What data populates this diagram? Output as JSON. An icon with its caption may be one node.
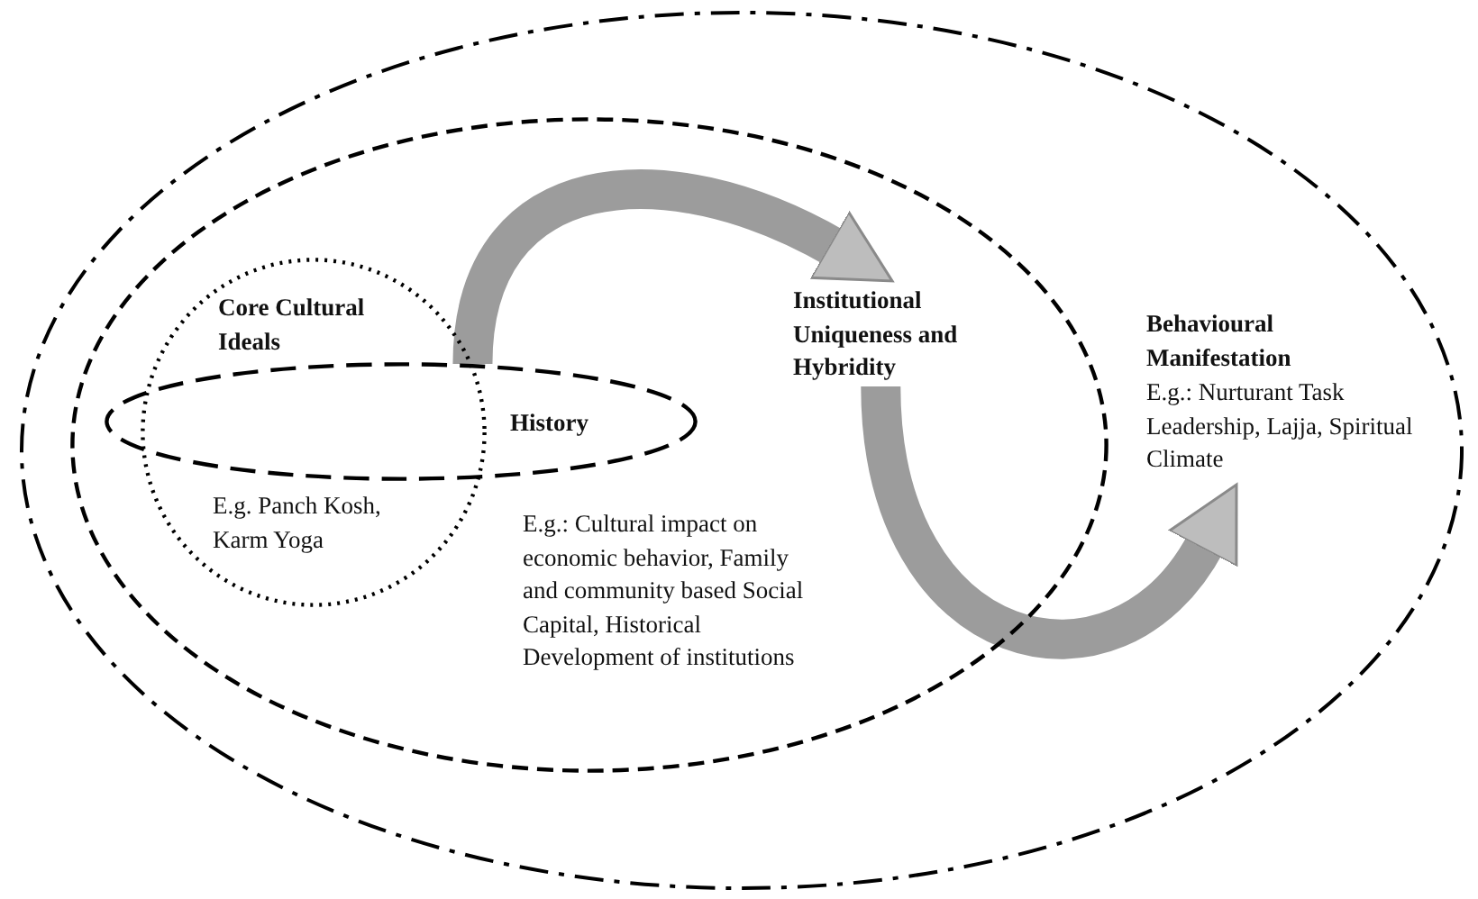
{
  "diagram": {
    "nodes": [
      {
        "text": [],
        "shape": "ellipse"
      },
      {
        "text": [
          "E.g.: Cultural impact on economic behavior, Family and community based Social Capital, Historical Development of institutions"
        ],
        "in": 0
      },
      {
        "text": [
          "Core Cultural Ideals",
          "E.g. Panch Kosh, Karm Yoga"
        ],
        "in": 1
      },
      {
        "text": [
          "History"
        ],
        "in": 1
      },
      {
        "text": [
          "Institutional Uniqueness and Hybridity"
        ],
        "in": 1
      },
      {
        "text": [
          "Behavioural Manifestation",
          "E.g.: Nurturant Task Leadership, Lajja, Spiritual Climate"
        ],
        "in": 0
      }
    ],
    "edges": [
      {
        "from": 3,
        "to": 4,
        "arrow": "to"
      },
      {
        "from": 4,
        "to": 5,
        "arrow": "to"
      }
    ]
  }
}
